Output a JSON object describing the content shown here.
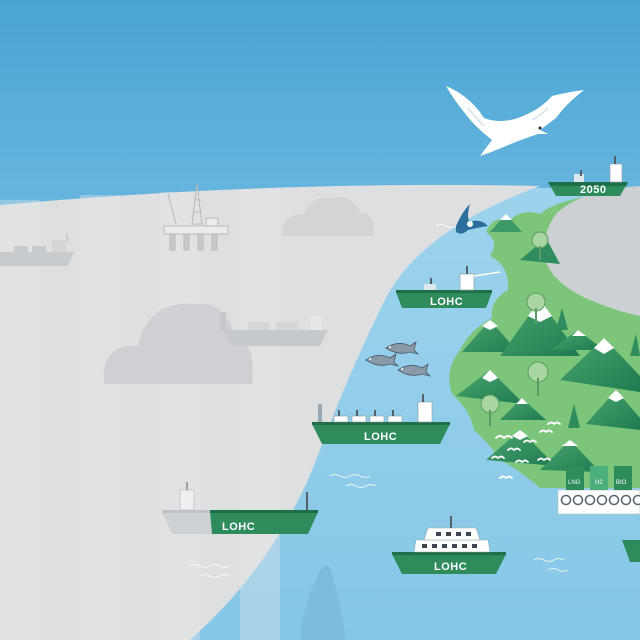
{
  "labels": {
    "ship_2050": "2050",
    "lohc_1": "LOHC",
    "lohc_2": "LOHC",
    "lohc_3": "LOHC",
    "lohc_4": "LOHC",
    "tank_lng": "LNG",
    "tank_h2": "H2",
    "tank_bio": "BIO"
  },
  "colors": {
    "sky_top": "#4aa6d6",
    "sky_bottom": "#a7d6ef",
    "sea": "#8ccbe8",
    "fog": "#dfe1e3",
    "land": "#7bc47a",
    "forest": "#2f8c5f",
    "hull_green": "#2e8b5c",
    "ghost": "#cfd2d5"
  }
}
